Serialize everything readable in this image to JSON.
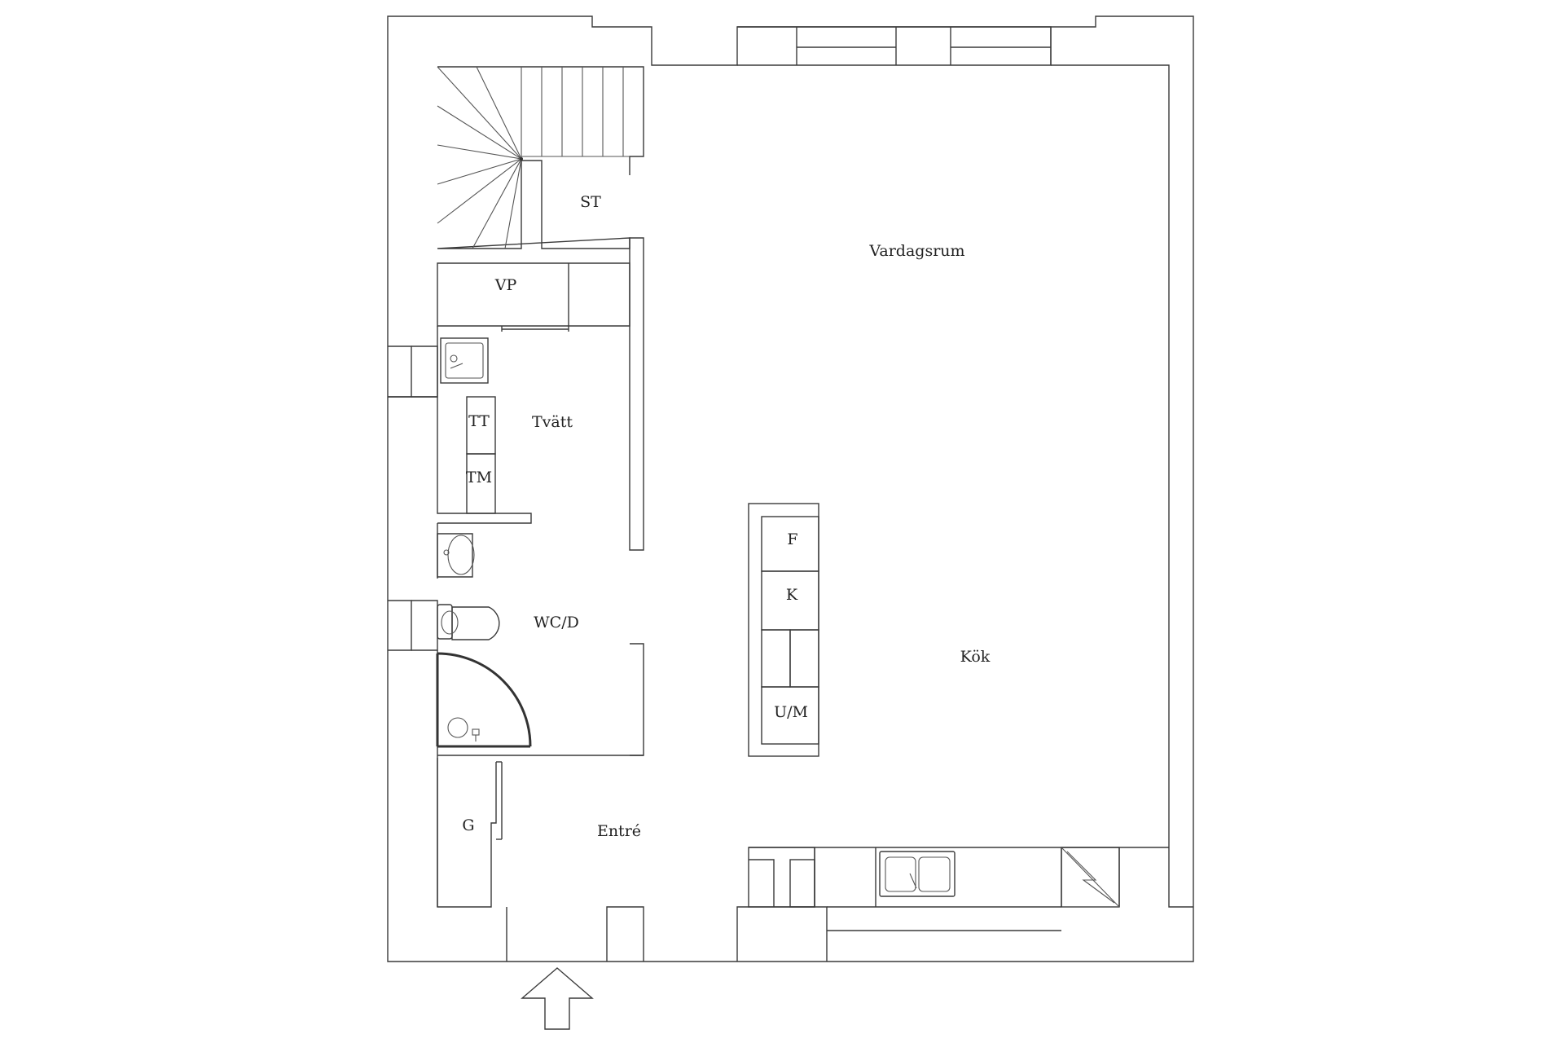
{
  "rooms": {
    "vardagsrum": "Vardagsrum",
    "kok": "Kök",
    "entre": "Entré",
    "tvatt": "Tvätt",
    "wcd": "WC/D",
    "st": "ST",
    "vp": "VP"
  },
  "fixtures": {
    "tt": "TT",
    "tm": "TM",
    "f": "F",
    "k": "K",
    "um": "U/M",
    "g": "G"
  },
  "icons": [
    "stair-icon",
    "entrance-arrow-icon",
    "wash-basin-icon",
    "toilet-icon",
    "shower-icon",
    "kitchen-sink-icon",
    "chimney-icon"
  ],
  "colors": {
    "line": "#3a3a3a",
    "background": "#ffffff",
    "text": "#222222"
  }
}
